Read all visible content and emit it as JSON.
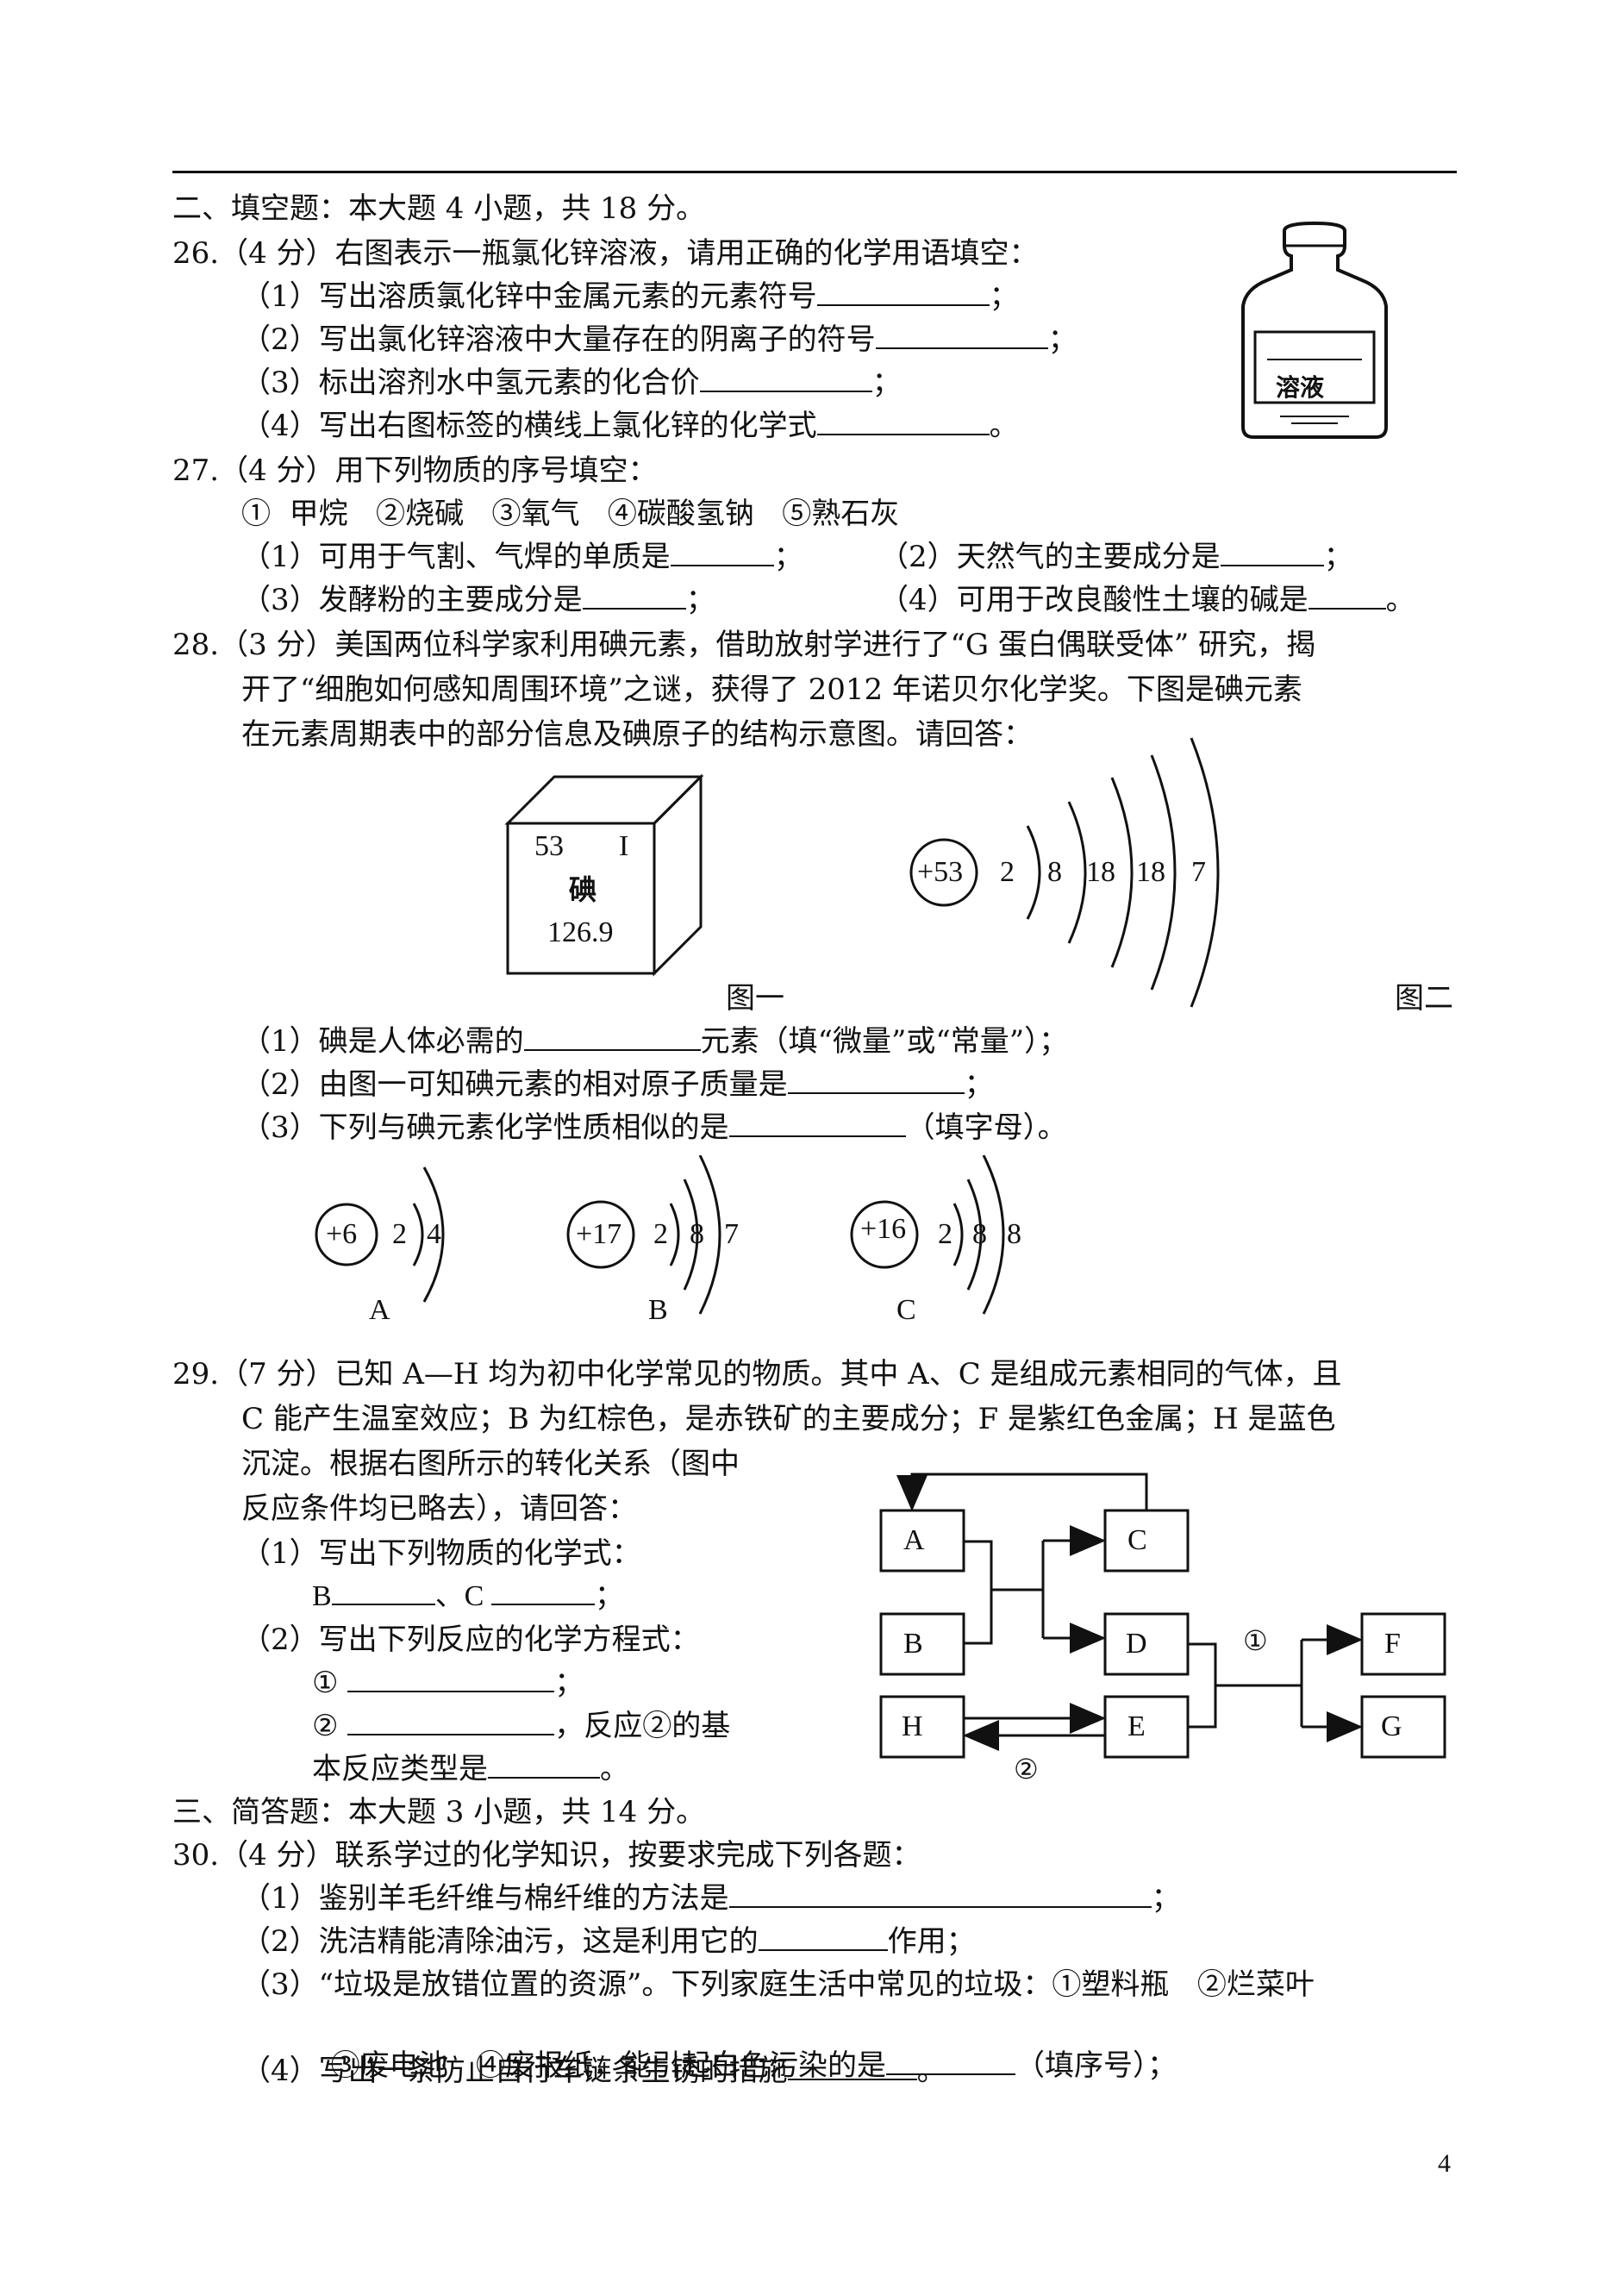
{
  "section2": {
    "heading": "二、填空题：本大题 4 小题，共 18 分。"
  },
  "q26": {
    "stem": "26.（4 分）右图表示一瓶氯化锌溶液，请用正确的化学用语填空：",
    "p1": "（1）写出溶质氯化锌中金属元素的元素符号",
    "p2": "（2）写出氯化锌溶液中大量存在的阴离子的符号",
    "p3": "（3）标出溶剂水中氢元素的化合价",
    "p4": "（4）写出右图标签的横线上氯化锌的化学式",
    "end_semicolon": "；",
    "end_period": "。",
    "bottle_label": "溶液"
  },
  "q27": {
    "stem": "27.（4 分）用下列物质的序号填空：",
    "options": "①  甲烷   ②烧碱   ③氧气   ④碳酸氢钠   ⑤熟石灰",
    "p1": "（1）可用于气割、气焊的单质是",
    "p2": "（2）天然气的主要成分是",
    "p3": "（3）发酵粉的主要成分是",
    "p4": "（4）可用于改良酸性土壤的碱是",
    "semi": "；",
    "period": "。"
  },
  "q28": {
    "line1": "28.（3 分）美国两位科学家利用碘元素，借助放射学进行了“G 蛋白偶联受体” 研究，揭",
    "line2": "开了“细胞如何感知周围环境”之谜，获得了 2012 年诺贝尔化学奖。下图是碘元素",
    "line3": "在元素周期表中的部分信息及碘原子的结构示意图。请回答：",
    "element": {
      "number": "53",
      "symbol": "I",
      "name": "碘",
      "mass": "126.9"
    },
    "atom": {
      "nucleus": "+53",
      "shells": [
        "2",
        "8",
        "18",
        "18",
        "7"
      ]
    },
    "fig1_label": "图一",
    "fig2_label": "图二",
    "p1_a": "（1）碘是人体必需的",
    "p1_b": "元素（填“微量”或“常量”）；",
    "p2": "（2）由图一可知碘元素的相对原子质量是",
    "p3_a": "（3）下列与碘元素化学性质相似的是",
    "p3_b": "（填字母）。",
    "semi": "；",
    "choices": [
      {
        "letter": "A",
        "nucleus": "+6",
        "shells": [
          "2",
          "4"
        ]
      },
      {
        "letter": "B",
        "nucleus": "+17",
        "shells": [
          "2",
          "8",
          "7"
        ]
      },
      {
        "letter": "C",
        "nucleus": "+16",
        "shells": [
          "2",
          "8",
          "8"
        ]
      }
    ]
  },
  "q29": {
    "line1": "29.（7 分）已知 A—H 均为初中化学常见的物质。其中 A、C 是组成元素相同的气体，且",
    "line2": "C 能产生温室效应；B 为红棕色，是赤铁矿的主要成分；F 是紫红色金属；H 是蓝色",
    "line3": "沉淀。根据右图所示的转化关系（图中",
    "line4": "反应条件均已略去），请回答：",
    "p1": "（1）写出下列物质的化学式：",
    "p1_b": "B",
    "p1_sep": "、C ",
    "p2": "（2）写出下列反应的化学方程式：",
    "r1": "①",
    "r2": "②",
    "r2_tail": "，反应②的基",
    "r2_line2": "本反应类型是",
    "semi": "；",
    "period": "。",
    "boxes": {
      "A": "A",
      "B": "B",
      "C": "C",
      "D": "D",
      "E": "E",
      "F": "F",
      "G": "G",
      "H": "H"
    },
    "mark1": "①",
    "mark2": "②"
  },
  "section3": {
    "heading": "三、简答题：本大题 3 小题，共 14 分。"
  },
  "q30": {
    "stem": "30.（4 分）联系学过的化学知识，按要求完成下列各题：",
    "p1": "（1）鉴别羊毛纤维与棉纤维的方法是",
    "p2_a": "（2）洗洁精能清除油污，这是利用它的",
    "p2_b": "作用；",
    "p3_a": "（3）“垃圾是放错位置的资源”。下列家庭生活中常见的垃圾：①塑料瓶   ②烂菜叶",
    "p3_b": "③废电池   ④废报纸，能引起白色污染的是",
    "p3_c": "（填序号）；",
    "p4": "（4）写出一条防止自行车链条生锈的措施",
    "semi": "；",
    "period": "。"
  },
  "page_number": "4"
}
